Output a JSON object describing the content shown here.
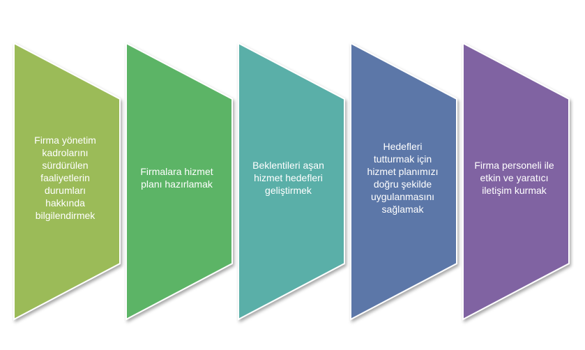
{
  "steps": [
    {
      "text": "Firma yönetim\nkadrolarını\nsürdürülen\nfaaliyetlerin\ndurumları\nhakkında\nbilgilendirmek",
      "color": "#9bbb59"
    },
    {
      "text": "Firmalara hizmet\nplanı hazırlamak",
      "color": "#5cb466"
    },
    {
      "text": "Beklentileri  aşan\nhizmet hedefleri\ngeliştirmek",
      "color": "#5aafa8"
    },
    {
      "text": "Hedefleri\ntutturmak için\nhizmet planımızı\ndoğru şekilde\nuygulanmasını\nsağlamak",
      "color": "#5b77a8"
    },
    {
      "text": "Firma personeli  ile\netkin ve yaratıcı\niletişim kurmak",
      "color": "#8064a2"
    }
  ]
}
